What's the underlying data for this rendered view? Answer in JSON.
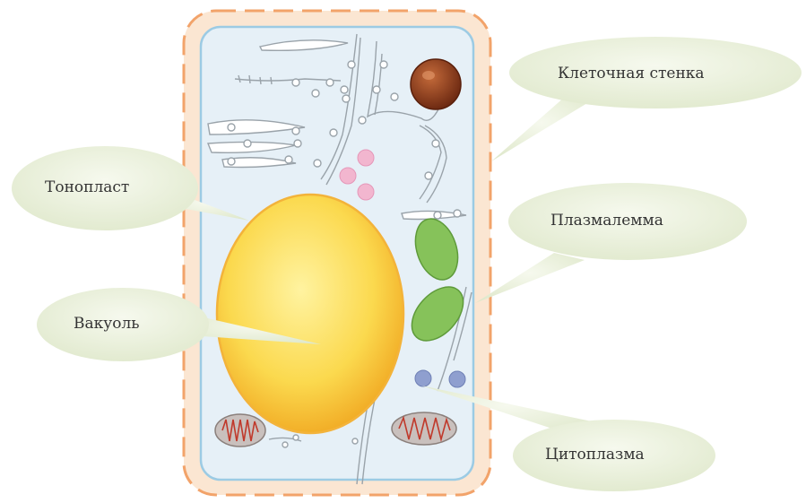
{
  "labels": {
    "cell_wall": "Клеточная стенка",
    "tonoplast": "Тонопласт",
    "plasmalemma": "Плазмалемма",
    "vacuole": "Вакуоль",
    "cytoplasm": "Цитоплазма"
  },
  "colors": {
    "cell_wall_fill": "#fbe6d2",
    "cell_wall_dash": "#f2a36a",
    "cytoplasm_fill": "#e6f0f7",
    "membrane": "#9ccbe4",
    "vacuole": "#f7c93a",
    "callout_fill": "#e8efd9",
    "chloroplast": "#86c25a",
    "nucleus": "#8a3a1c",
    "mitochondria": "#c9c0bd",
    "vesicle_pink": "#f2b6cf",
    "ribosome_blue": "#8f9fcf"
  }
}
